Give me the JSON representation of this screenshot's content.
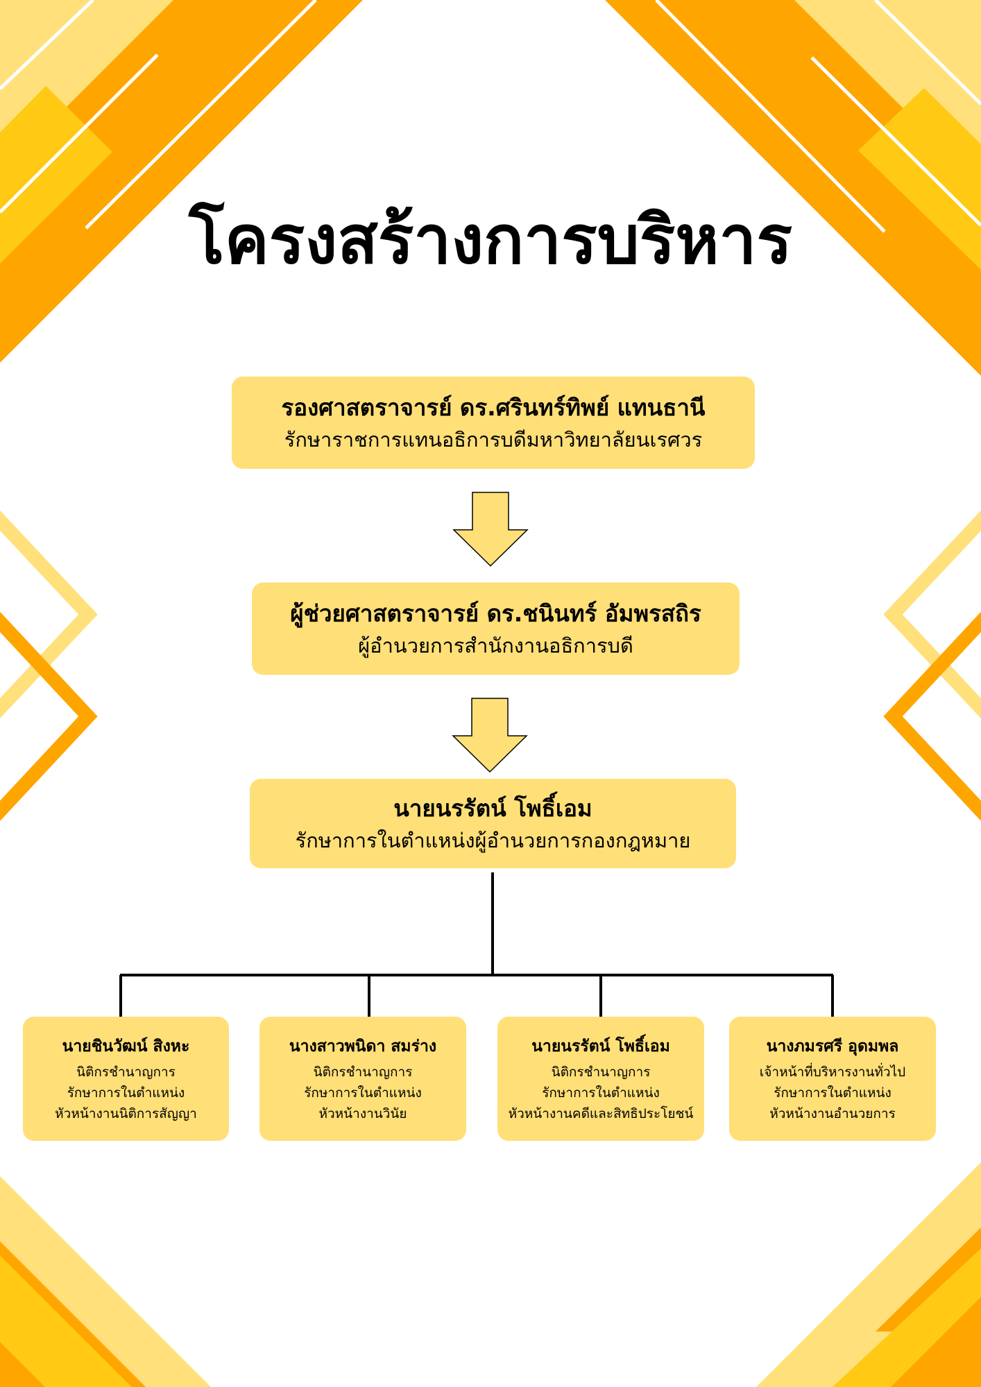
{
  "title": "โครงสร้างการบริหาร",
  "colors": {
    "box": "#FFDF77",
    "orange": "#FFA500",
    "light_yellow": "#FFE07A",
    "gold": "#FFC914"
  },
  "levels": [
    {
      "name": "รองศาสตราจารย์ ดร.ศรินทร์ทิพย์ แทนธานี",
      "role": "รักษาราชการแทนอธิการบดีมหาวิทยาลัยนเรศวร"
    },
    {
      "name": "ผู้ช่วยศาสตราจารย์ ดร.ชนินทร์ อัมพรสถิร",
      "role": "ผู้อำนวยการสำนักงานอธิการบดี"
    },
    {
      "name": "นายนรรัตน์ โพธิ์เอม",
      "role": "รักษาการในตำแหน่งผู้อำนวยการกองกฎหมาย"
    }
  ],
  "staff": [
    {
      "name": "นายชินวัฒน์ สิงหะ",
      "lines": [
        "นิติกรชำนาญการ",
        "รักษาการในตำแหน่ง",
        "หัวหน้างานนิติการสัญญา"
      ]
    },
    {
      "name": "นางสาวพนิดา สมร่าง",
      "lines": [
        "นิติกรชำนาญการ",
        "รักษาการในตำแหน่ง",
        "หัวหน้างานวินัย"
      ]
    },
    {
      "name": "นายนรรัตน์  โพธิ์เอม",
      "lines": [
        "นิติกรชำนาญการ",
        "รักษาการในตำแหน่ง",
        "หัวหน้างานคดีและสิทธิประโยชน์"
      ]
    },
    {
      "name": "นางภมรศรี อุดมพล",
      "lines": [
        "เจ้าหน้าที่บริหารงานทั่วไป",
        "รักษาการในตำแหน่ง",
        "หัวหน้างานอำนวยการ"
      ]
    }
  ]
}
